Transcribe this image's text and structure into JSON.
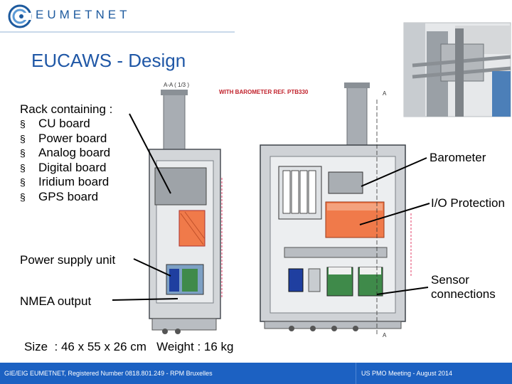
{
  "header": {
    "brand": "EUMETNET",
    "title": "EUCAWS - Design"
  },
  "figure": {
    "section_label": "A-A ( 1/3 )",
    "annotation": "WITH BAROMETER REF. PTB330",
    "section_marker_top": "A",
    "section_marker_bottom": "A"
  },
  "rack": {
    "title": "Rack containing :",
    "items": [
      "CU board",
      "Power board",
      "Analog board",
      "Digital board",
      "Iridium board",
      "GPS board"
    ]
  },
  "labels": {
    "barometer": "Barometer",
    "io_protection": "I/O Protection",
    "power_supply": "Power supply unit",
    "nmea": "NMEA output",
    "sensor_line1": "Sensor",
    "sensor_line2": "connections"
  },
  "specs": {
    "line": "Size  : 46 x 55 x 26 cm   Weight : 16 kg"
  },
  "footer": {
    "left": "GIE/EIG EUMETNET, Registered Number 0818.801.249 - RPM Bruxelles",
    "right": "US PMO  Meeting -  August 2014"
  },
  "colors": {
    "brand_blue": "#1f57a6",
    "footer_blue": "#1c61c2",
    "board_orange": "#f07a4a"
  }
}
